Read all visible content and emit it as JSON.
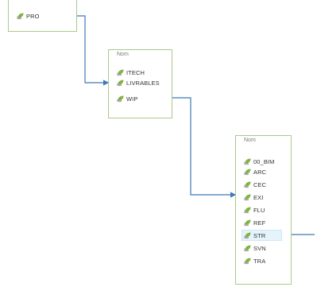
{
  "colors": {
    "panel_border": "#a9c98c",
    "connector": "#3e78b8",
    "selected_row": "#e5f3fb",
    "icon_leaf": "#7fb53d"
  },
  "icon": "green-leaf-folder-icon",
  "panel_root": {
    "items": [
      {
        "label": "PRO"
      }
    ]
  },
  "panel_middle": {
    "header": "Nom",
    "items": [
      {
        "label": "ITECH"
      },
      {
        "label": "LIVRABLES"
      },
      {
        "label": "WIP"
      }
    ]
  },
  "panel_right": {
    "header": "Nom",
    "items": [
      {
        "label": "00_BIM"
      },
      {
        "label": "ARC"
      },
      {
        "label": "CEC"
      },
      {
        "label": "EXI"
      },
      {
        "label": "FLU"
      },
      {
        "label": "REF"
      },
      {
        "label": "STR",
        "selected": true
      },
      {
        "label": "SVN"
      },
      {
        "label": "TRA"
      }
    ]
  }
}
